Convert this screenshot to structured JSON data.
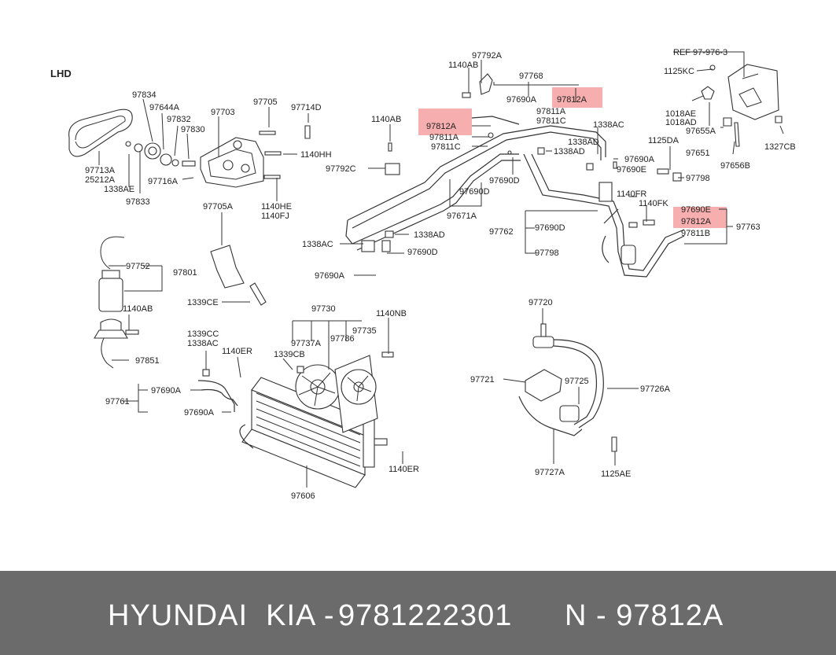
{
  "diagram": {
    "corner_label": "LHD",
    "ref_label": "REF 97-976-3",
    "labels": {
      "l97792A": "97792A",
      "l1140AB_top": "1140AB",
      "l97768": "97768",
      "l97690A_top": "97690A",
      "l97812A_top": "97812A",
      "l97811A_top": "97811A",
      "l97811C_top": "97811C",
      "l1140AB_mid": "1140AB",
      "l97812A_left": "97812A",
      "l97811A_left": "97811A",
      "l97811C_left": "97811C",
      "l1338AC_top": "1338AC",
      "l1338AD_top": "1338AD",
      "l97690A_r": "97690A",
      "l97690E_r": "97690E",
      "l1125DA": "1125DA",
      "l97798_r": "97798",
      "l1140FR": "1140FR",
      "l1140FK": "1140FK",
      "l97792C": "97792C",
      "l97690D_a": "97690D",
      "l97690D_b": "97690D",
      "l97671A": "97671A",
      "l1338AD_mid": "1338AD",
      "l1338AC_mid": "1338AC",
      "l97690D_c": "97690D",
      "l97690A_mid": "97690A",
      "l97762": "97762",
      "l97690D_d": "97690D",
      "l97798_d": "97798",
      "l97690E_box": "97690E",
      "l97812A_box": "97812A",
      "l97811B_box": "97811B",
      "l97763": "97763",
      "l1125KC": "1125KC",
      "l1018AE": "1018AE",
      "l1018AD": "1018AD",
      "l97655A": "97655A",
      "l97651": "97651",
      "l97656B": "97656B",
      "l1327CB": "1327CB",
      "l97834": "97834",
      "l97644A": "97644A",
      "l97832": "97832",
      "l97830": "97830",
      "l97703": "97703",
      "l97705": "97705",
      "l97714D": "97714D",
      "l1140HH": "1140HH",
      "l97713A": "97713A",
      "l25212A": "25212A",
      "l1338AE": "1338AE",
      "l97833": "97833",
      "l97716A": "97716A",
      "l1140HE": "1140HE",
      "l1140FJ": "1140FJ",
      "l97705A": "97705A",
      "l97752": "97752",
      "l97801": "97801",
      "l1339CE": "1339CE",
      "l1140AB_low": "1140AB",
      "l97851": "97851",
      "l1339CC": "1339CC",
      "l1338AC_low": "1338AC",
      "l1140ER_a": "1140ER",
      "l97730": "97730",
      "l1140NB": "1140NB",
      "l97737A": "97737A",
      "l97786": "97786",
      "l97735": "97735",
      "l1339CB": "1339CB",
      "l97690A_low1": "97690A",
      "l97761": "97761",
      "l97690A_low2": "97690A",
      "l1140ER_b": "1140ER",
      "l97606": "97606",
      "l97720": "97720",
      "l97721": "97721",
      "l97725": "97725",
      "l97726A": "97726A",
      "l97727A": "97727A",
      "l1125AE": "1125AE"
    },
    "highlight_color": "#f4a0a0"
  },
  "footer": {
    "brand": "HYUNDAI  KIA -",
    "oem_number": "9781222301",
    "part_ref": "N - 97812A",
    "background": "#6b6b6b"
  }
}
